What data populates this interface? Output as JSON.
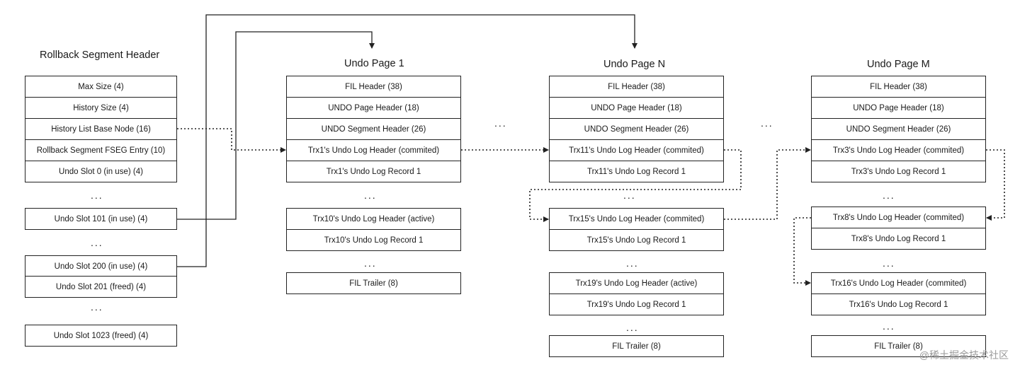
{
  "rollback": {
    "title": "Rollback Segment Header",
    "rows": [
      "Max Size (4)",
      "History Size (4)",
      "History List Base Node (16)",
      "Rollback Segment FSEG Entry (10)",
      "Undo Slot 0 (in use) (4)"
    ],
    "slot101": "Undo Slot 101 (in use) (4)",
    "slot200": "Undo Slot 200 (in use) (4)",
    "slot201": "Undo Slot 201 (freed) (4)",
    "slot1023": "Undo Slot 1023 (freed) (4)",
    "ellipsis": "..."
  },
  "page1": {
    "title": "Undo Page 1",
    "rows": [
      "FIL Header (38)",
      "UNDO Page Header (18)",
      "UNDO Segment Header (26)",
      "Trx1's Undo Log Header (commited)",
      "Trx1's Undo Log Record 1"
    ],
    "group2": [
      "Trx10's Undo Log Header (active)",
      "Trx10's Undo Log Record 1"
    ],
    "trailer": "FIL Trailer (8)",
    "ellipsis": "..."
  },
  "pageN": {
    "title": "Undo Page N",
    "rows": [
      "FIL Header (38)",
      "UNDO Page Header (18)",
      "UNDO Segment Header (26)",
      "Trx11's Undo Log Header (commited)",
      "Trx11's Undo Log Record 1"
    ],
    "group2": [
      "Trx15's Undo Log Header (commited)",
      "Trx15's Undo Log Record 1"
    ],
    "group3": [
      "Trx19's Undo Log Header (active)",
      "Trx19's Undo Log Record 1"
    ],
    "trailer": "FIL Trailer (8)",
    "ellipsis": "..."
  },
  "pageM": {
    "title": "Undo Page M",
    "rows": [
      "FIL Header (38)",
      "UNDO Page Header (18)",
      "UNDO Segment Header (26)",
      "Trx3's Undo Log Header (commited)",
      "Trx3's Undo Log Record 1"
    ],
    "group2": [
      "Trx8's Undo Log Header (commited)",
      "Trx8's Undo Log Record 1"
    ],
    "group3": [
      "Trx16's Undo Log Header (commited)",
      "Trx16's Undo Log Record 1"
    ],
    "trailer": "FIL Trailer (8)",
    "ellipsis": "..."
  },
  "between_pages": "...",
  "watermark": "@稀土掘金技术社区"
}
